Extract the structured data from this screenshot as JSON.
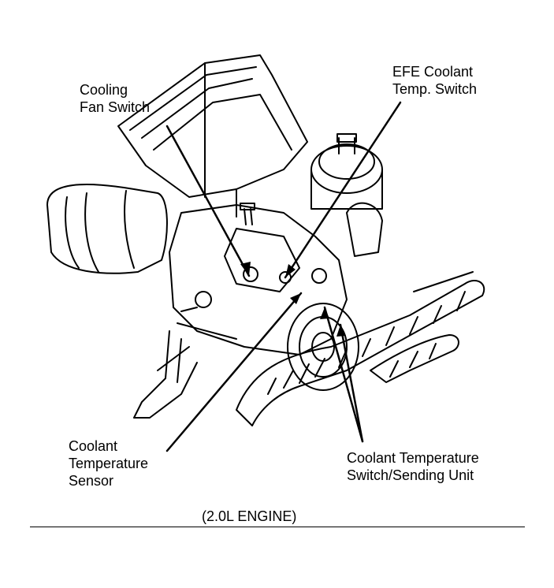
{
  "labels": {
    "cooling_fan_switch": [
      "Cooling",
      "Fan Switch"
    ],
    "efe_coolant_temp_switch": [
      "EFE Coolant",
      "Temp. Switch"
    ],
    "coolant_temperature_sensor": [
      "Coolant",
      "Temperature",
      "Sensor"
    ],
    "coolant_temperature_switch_sending_unit": [
      "Coolant Temperature",
      "Switch/Sending Unit"
    ]
  },
  "caption": "(2.0L ENGINE)",
  "colors": {
    "ink": "#000000",
    "paper": "#ffffff"
  }
}
